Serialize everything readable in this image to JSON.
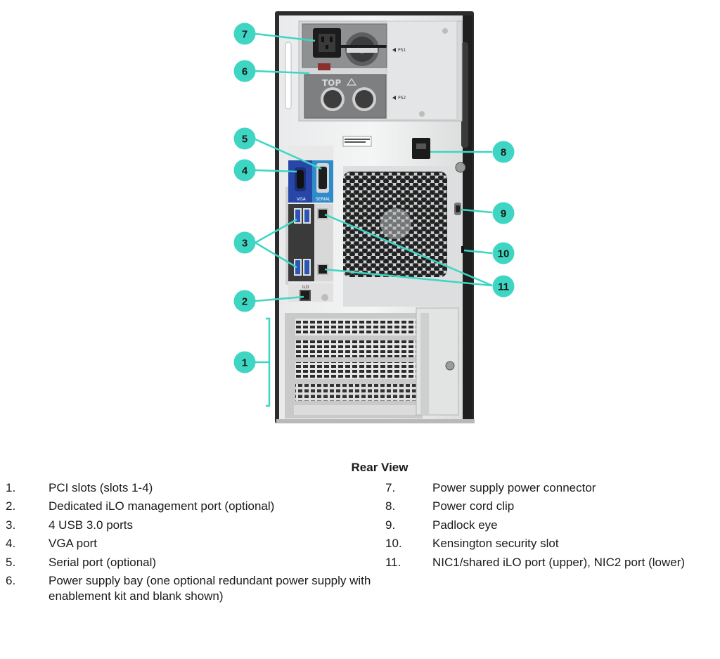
{
  "caption": "Rear View",
  "callout_labels": [
    "1",
    "2",
    "3",
    "4",
    "5",
    "6",
    "7",
    "8",
    "9",
    "10",
    "11"
  ],
  "port_labels": {
    "vga": "VGA",
    "serial": "SERIAL",
    "ilo": "iLO"
  },
  "psu_labels": {
    "ps1": "PS1",
    "ps2": "PS2",
    "top": "TOP"
  },
  "legend_left": [
    {
      "num": "1.",
      "text": "PCI slots (slots 1-4)"
    },
    {
      "num": "2.",
      "text": "Dedicated iLO management port (optional)"
    },
    {
      "num": "3.",
      "text": "4 USB 3.0 ports"
    },
    {
      "num": "4.",
      "text": "VGA port"
    },
    {
      "num": "5.",
      "text": "Serial port (optional)"
    },
    {
      "num": "6.",
      "text": "Power supply bay (one optional redundant power supply with enablement kit and blank shown)"
    }
  ],
  "legend_right": [
    {
      "num": "7.",
      "text": "Power supply power connector"
    },
    {
      "num": "8.",
      "text": "Power cord clip"
    },
    {
      "num": "9.",
      "text": "Padlock eye"
    },
    {
      "num": "10.",
      "text": "Kensington security slot"
    },
    {
      "num": "11.",
      "text": "NIC1/shared iLO port (upper), NIC2 port (lower)"
    }
  ],
  "colors": {
    "callout": "#3ed6c3",
    "vga": "#2746a8",
    "serial": "#2f8bc9",
    "chassis": "#2c2c2c"
  }
}
